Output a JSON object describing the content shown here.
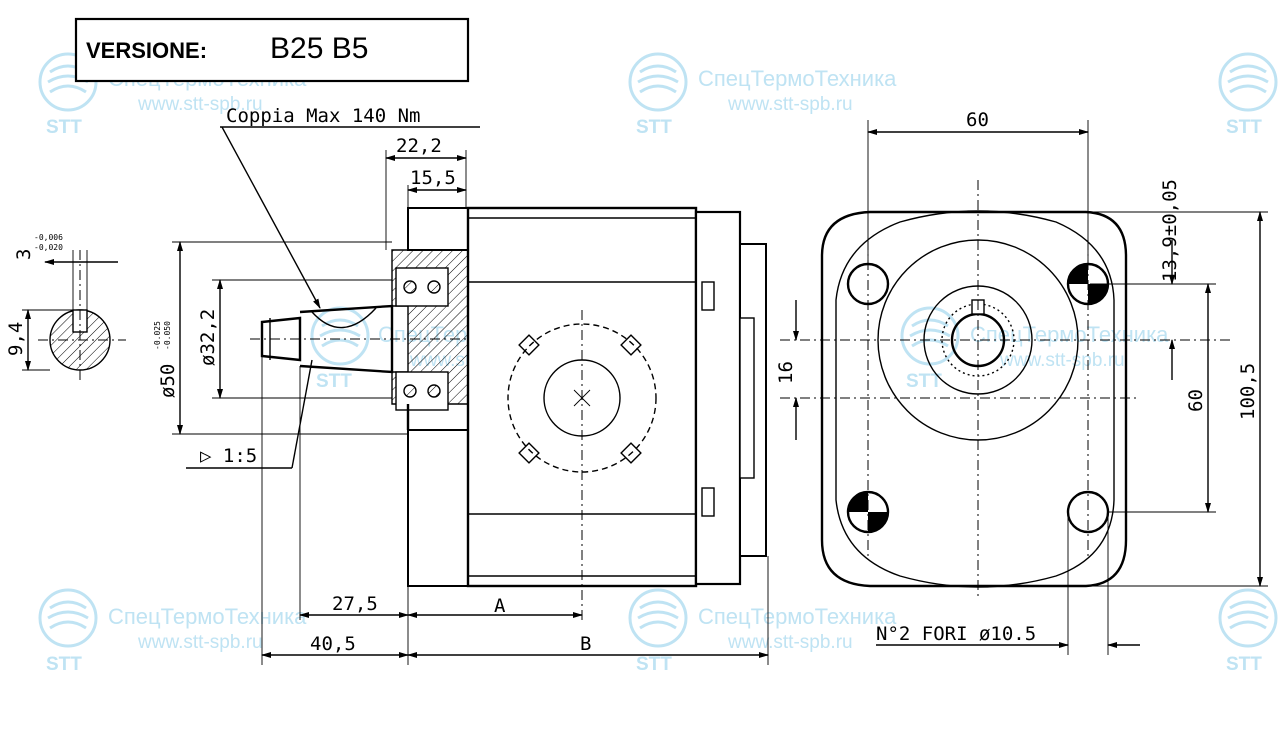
{
  "title": {
    "label": "VERSIONE:",
    "value": "B25 B5"
  },
  "watermark": {
    "name": "СпецТермоТехника",
    "url": "www.stt-spb.ru",
    "logo": "STT"
  },
  "shaft_section": {
    "key_width": "3",
    "key_tol_upper": "-0,006",
    "key_tol_lower": "-0,020",
    "key_height": "9,4"
  },
  "side_view": {
    "torque": "Coppia Max 140 Nm",
    "dim_22_2": "22,2",
    "dim_15_5": "15,5",
    "dia_50": "ø50",
    "dia_50_tol_upper": "-0.025",
    "dia_50_tol_lower": "-0.050",
    "dia_32_2": "ø32,2",
    "taper": "▷ 1:5",
    "dim_27_5": "27,5",
    "dim_40_5": "40,5",
    "dim_A": "A",
    "dim_B": "B"
  },
  "front_view": {
    "dim_60_top": "60",
    "dim_13_9": "13,9±0,05",
    "dim_16": "16",
    "dim_60_right": "60",
    "dim_100_5": "100,5",
    "holes_note": "N°2 FORI ø10.5"
  }
}
